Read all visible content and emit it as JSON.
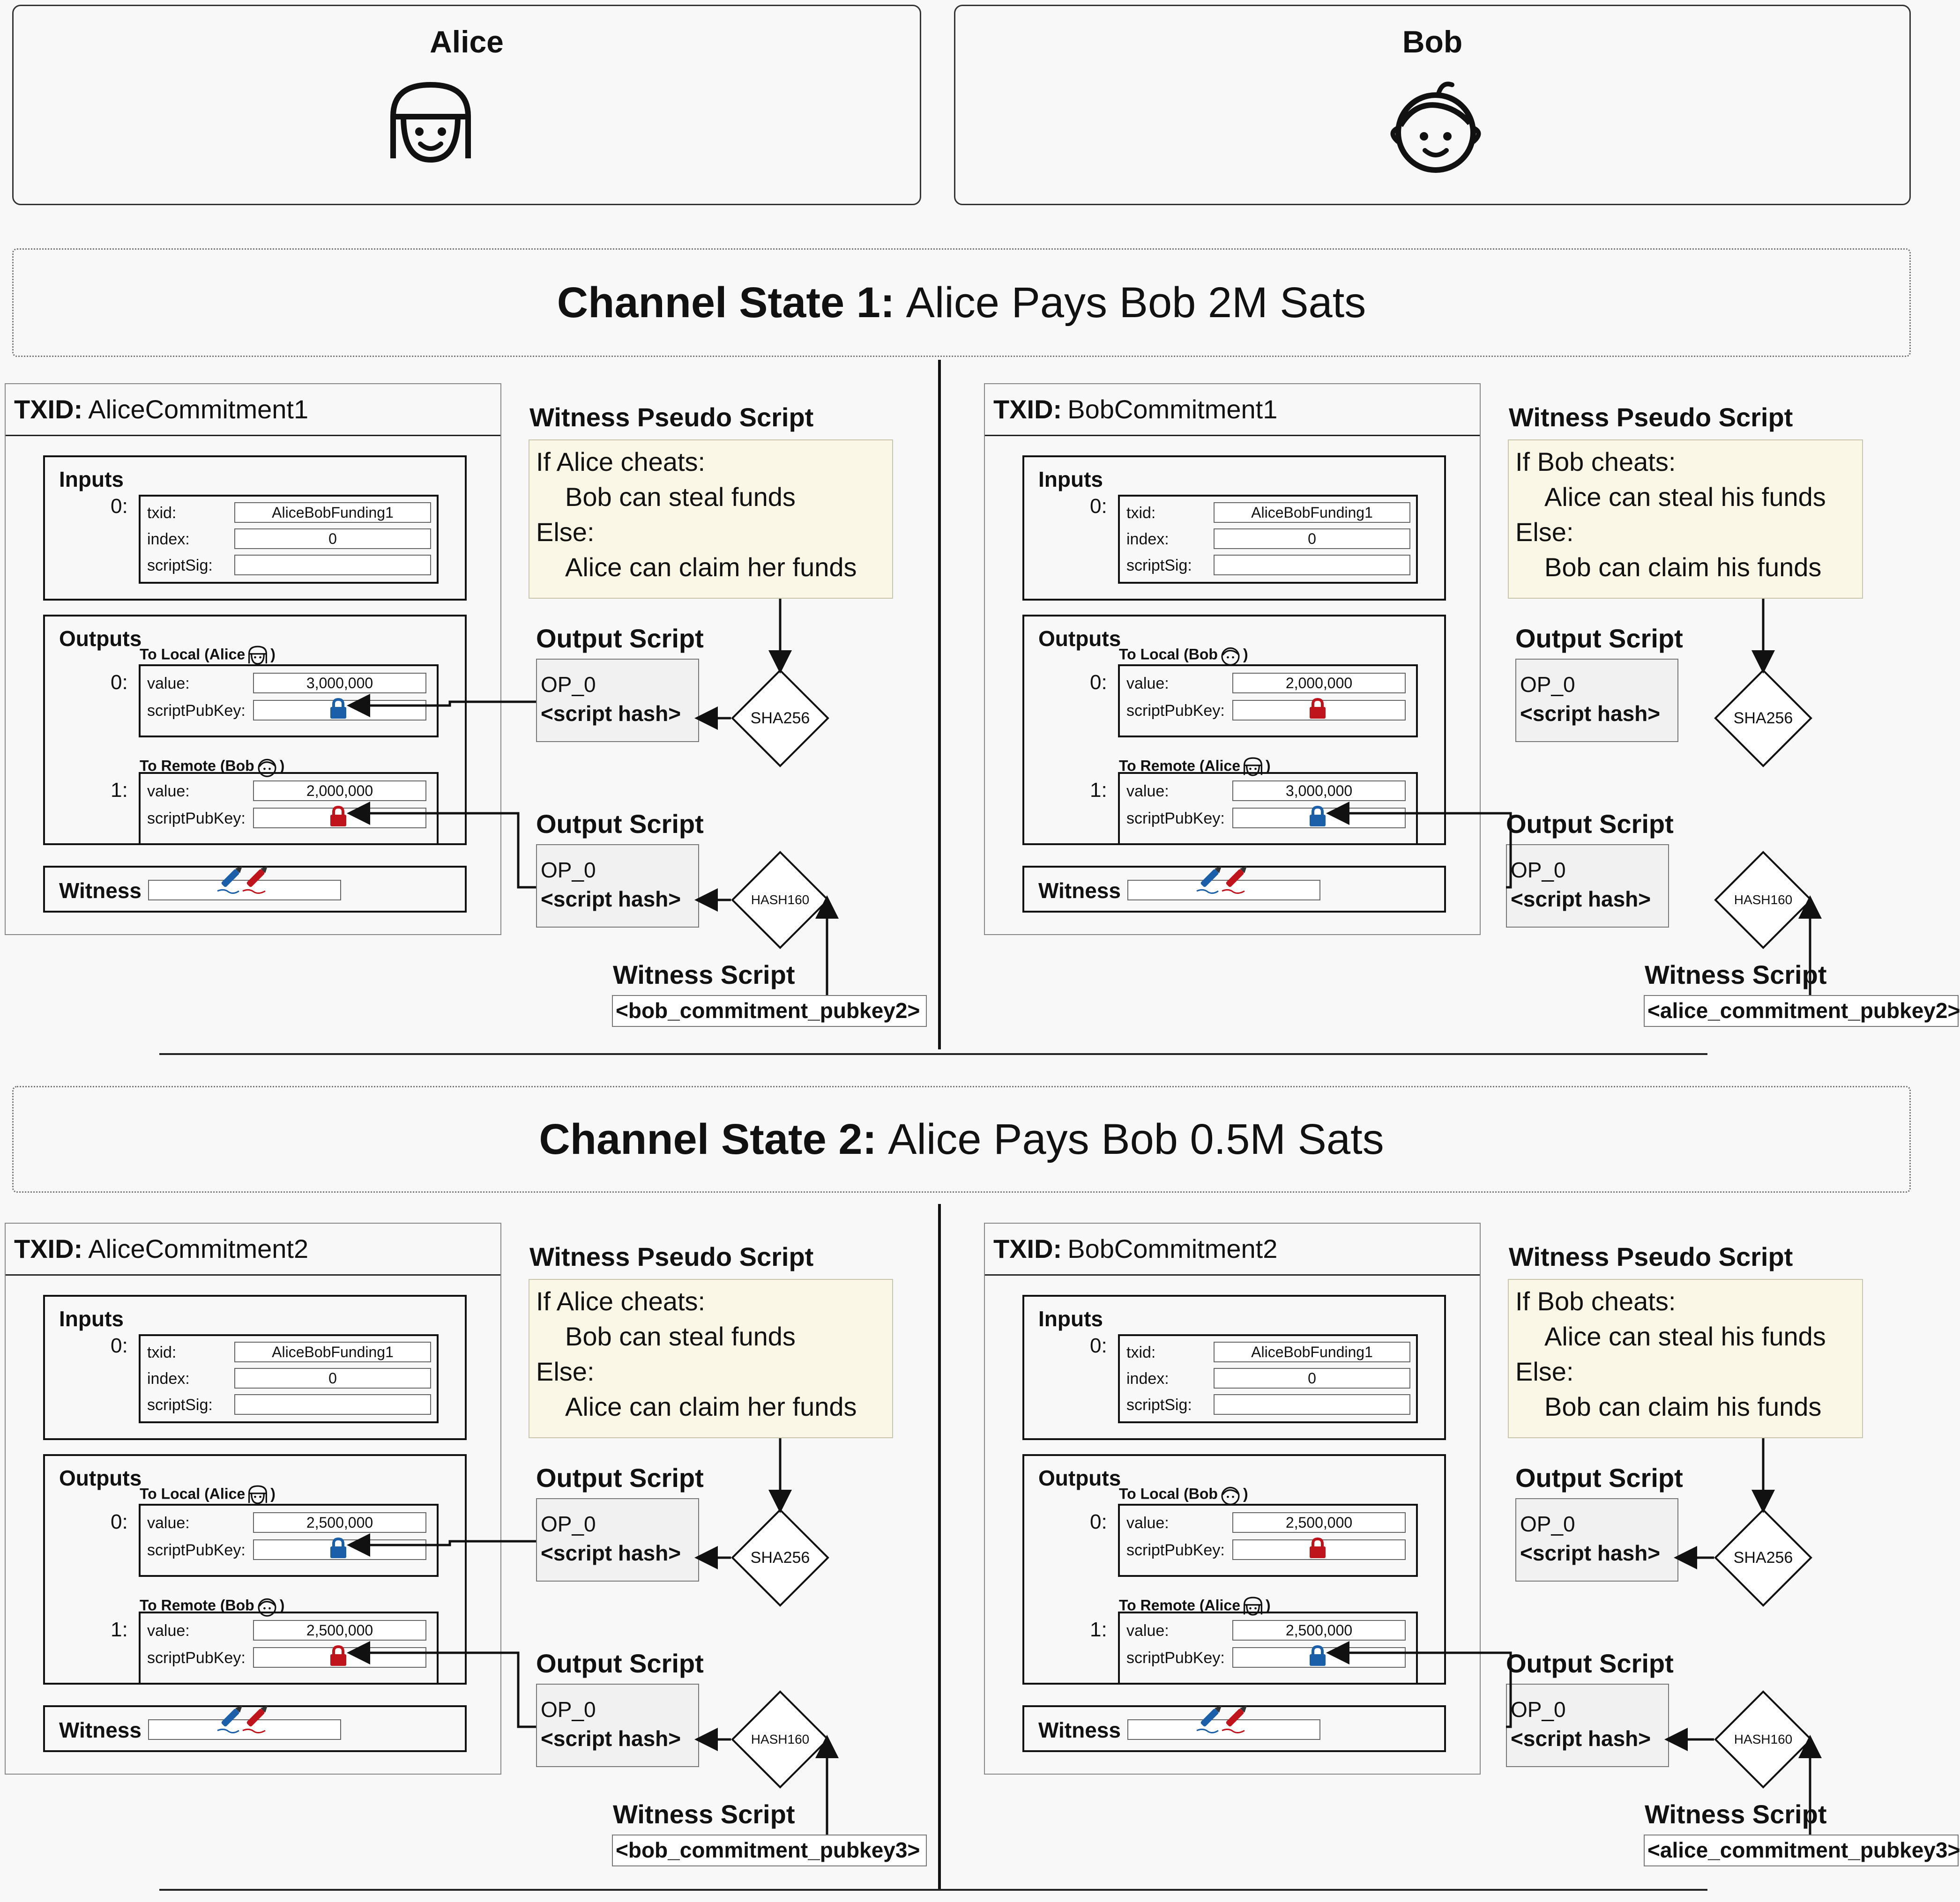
{
  "parties": {
    "alice": {
      "name": "Alice",
      "icon": "alice-avatar-icon"
    },
    "bob": {
      "name": "Bob",
      "icon": "bob-avatar-icon"
    }
  },
  "labels": {
    "txid": "TXID:",
    "inputs": "Inputs",
    "outputs": "Outputs",
    "witness": "Witness",
    "txid_field": "txid:",
    "index_field": "index:",
    "scriptsig_field": "scriptSig:",
    "value_field": "value:",
    "scriptpubkey_field": "scriptPubKey:",
    "idx0": "0:",
    "idx1": "1:",
    "witness_pseudo_script": "Witness Pseudo Script",
    "output_script": "Output Script",
    "witness_script": "Witness Script",
    "op0": "OP_0",
    "script_hash": "<script hash>",
    "sha256": "SHA256",
    "hash160": "HASH160"
  },
  "colors": {
    "alice_lock": "#1a5fa8",
    "bob_lock": "#c0141c",
    "pseudo_bg": "#faf7e6"
  },
  "states": [
    {
      "bold": "Channel State 1:",
      "title": "Alice Pays Bob 2M Sats",
      "alice": {
        "txid": "AliceCommitment1",
        "input_txid": "AliceBobFunding1",
        "input_index": "0",
        "to_local_label": "To Local (Alice",
        "to_local_value": "3,000,000",
        "to_remote_label": "To Remote (Bob",
        "to_remote_value": "2,000,000",
        "pseudo": [
          "If Alice cheats:",
          "Bob can steal funds",
          "Else:",
          "Alice can claim her funds"
        ],
        "witness_script": "<bob_commitment_pubkey2>"
      },
      "bob": {
        "txid": "BobCommitment1",
        "input_txid": "AliceBobFunding1",
        "input_index": "0",
        "to_local_label": "To Local (Bob",
        "to_local_value": "2,000,000",
        "to_remote_label": "To Remote (Alice",
        "to_remote_value": "3,000,000",
        "pseudo": [
          "If Bob cheats:",
          "Alice can steal his funds",
          "Else:",
          "Bob can claim his funds"
        ],
        "witness_script": "<alice_commitment_pubkey2>"
      }
    },
    {
      "bold": "Channel State 2:",
      "title": "Alice Pays Bob 0.5M Sats",
      "alice": {
        "txid": "AliceCommitment2",
        "input_txid": "AliceBobFunding1",
        "input_index": "0",
        "to_local_label": "To Local (Alice",
        "to_local_value": "2,500,000",
        "to_remote_label": "To Remote (Bob",
        "to_remote_value": "2,500,000",
        "pseudo": [
          "If Alice cheats:",
          "Bob can steal funds",
          "Else:",
          "Alice can claim her funds"
        ],
        "witness_script": "<bob_commitment_pubkey3>"
      },
      "bob": {
        "txid": "BobCommitment2",
        "input_txid": "AliceBobFunding1",
        "input_index": "0",
        "to_local_label": "To Local (Bob",
        "to_local_value": "2,500,000",
        "to_remote_label": "To Remote (Alice",
        "to_remote_value": "2,500,000",
        "pseudo": [
          "If Bob cheats:",
          "Alice can steal his funds",
          "Else:",
          "Bob can claim his funds"
        ],
        "witness_script": "<alice_commitment_pubkey3>"
      }
    }
  ]
}
